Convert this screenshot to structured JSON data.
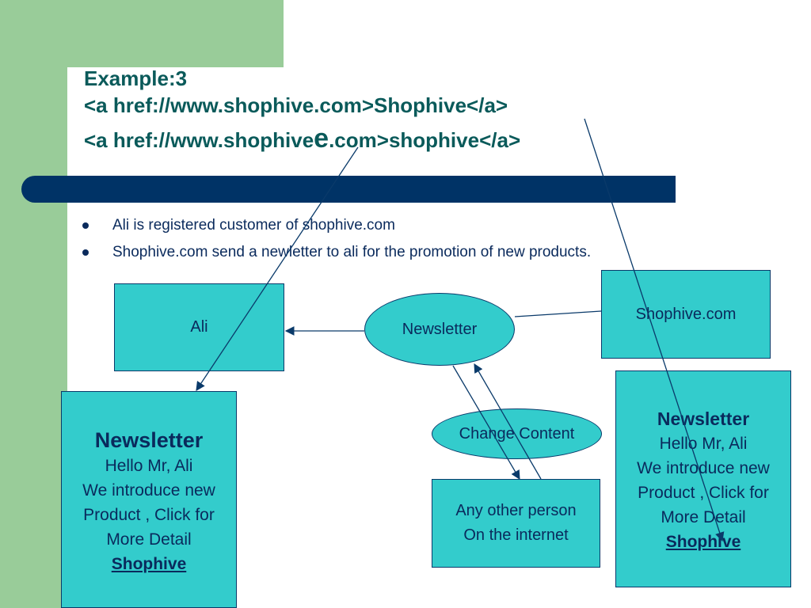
{
  "colors": {
    "accent_green": "#99cc99",
    "navy_bar": "#003366",
    "cyan_box": "#33cccc",
    "text_dark": "#0a2a5c",
    "title_teal": "#0a5a5a"
  },
  "title": {
    "line1": "Example:3",
    "line2": "<a href://www.shophive.com>Shophive</a>",
    "line3_pre": "<a href://www.shophive",
    "line3_big": "e",
    "line3_post": ".com>shophive</a>"
  },
  "bullets": [
    "Ali is registered customer of shophive.com",
    "Shophive.com send a newletter to ali for the promotion of new products."
  ],
  "nodes": {
    "ali": "Ali",
    "newsletter": "Newsletter",
    "shophive": "Shophive.com",
    "change_content": "Change Content",
    "any_other": [
      "Any other person",
      "On the internet"
    ]
  },
  "newsletter_left": {
    "heading": "Newsletter",
    "lines": [
      "Hello Mr, Ali",
      "We introduce new",
      "Product , Click for",
      "More Detail"
    ],
    "link": "Shophive"
  },
  "newsletter_right": {
    "heading": "Newsletter",
    "lines": [
      "Hello Mr, Ali",
      "We introduce new",
      "Product , Click for",
      "More Detail"
    ],
    "link": "Shophive"
  }
}
